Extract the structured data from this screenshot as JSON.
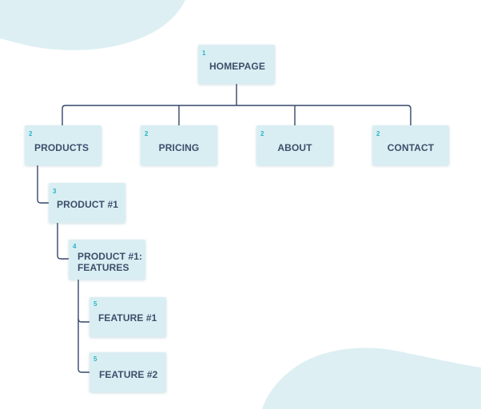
{
  "colors": {
    "node_fill": "#d9eef2",
    "number": "#26b4c6",
    "label": "#3b4f6b",
    "connector": "#34476a",
    "blob": "#ddeff3"
  },
  "nodes": {
    "homepage": {
      "level": "1",
      "label": "HOMEPAGE"
    },
    "products": {
      "level": "2",
      "label": "PRODUCTS"
    },
    "pricing": {
      "level": "2",
      "label": "PRICING"
    },
    "about": {
      "level": "2",
      "label": "ABOUT"
    },
    "contact": {
      "level": "2",
      "label": "CONTACT"
    },
    "product1": {
      "level": "3",
      "label": "PRODUCT #1"
    },
    "product1_features": {
      "level": "4",
      "label_line1": "PRODUCT #1:",
      "label_line2": "FEATURES"
    },
    "feature1": {
      "level": "5",
      "label": "FEATURE #1"
    },
    "feature2": {
      "level": "5",
      "label": "FEATURE #2"
    }
  }
}
